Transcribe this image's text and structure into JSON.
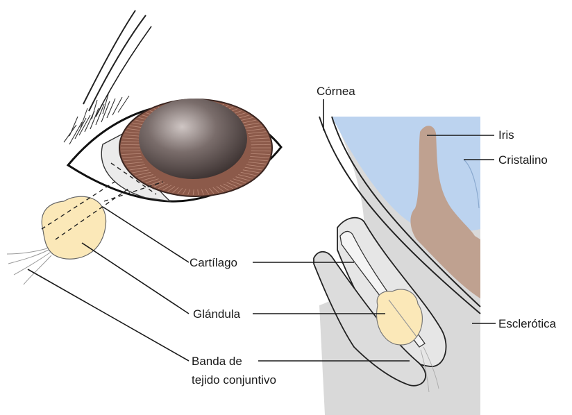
{
  "labels": {
    "cornea": "Córnea",
    "iris": "Iris",
    "cristalino": "Cristalino",
    "cartilago": "Cartílago",
    "glandula": "Glándula",
    "esclerotica": "Esclerótica",
    "banda_line1": "Banda de",
    "banda_line2": "tejido conjuntivo"
  },
  "colors": {
    "eye_chamber": "#bcd3ef",
    "iris_section": "#bfa190",
    "gland": "#fbe8b8",
    "tissue": "#d9d9d9",
    "iris_ring": "#8c5a4a",
    "pupil": "#4a3d3c",
    "ink": "#1a1a1a"
  }
}
